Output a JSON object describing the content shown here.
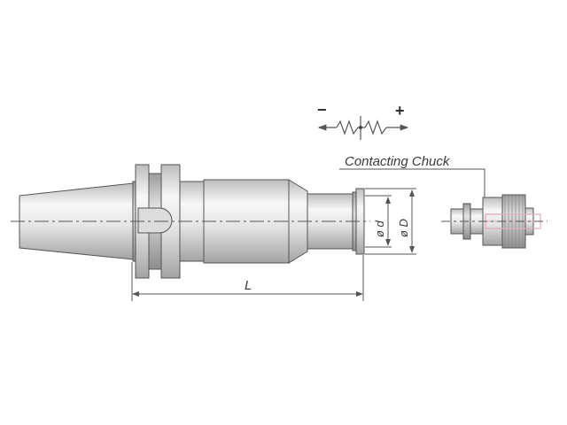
{
  "diagram": {
    "labels": {
      "length": "L",
      "small_diameter": "ø d",
      "large_diameter": "ø D",
      "contacting_chuck": "Contacting Chuck",
      "minus": "−",
      "plus": "+"
    },
    "colors": {
      "outline": "#555555",
      "body_light": "#f4f4f4",
      "body_mid": "#c9c9c9",
      "body_dark": "#9a9a9a",
      "accent_pink": "#e7a8b6"
    }
  }
}
